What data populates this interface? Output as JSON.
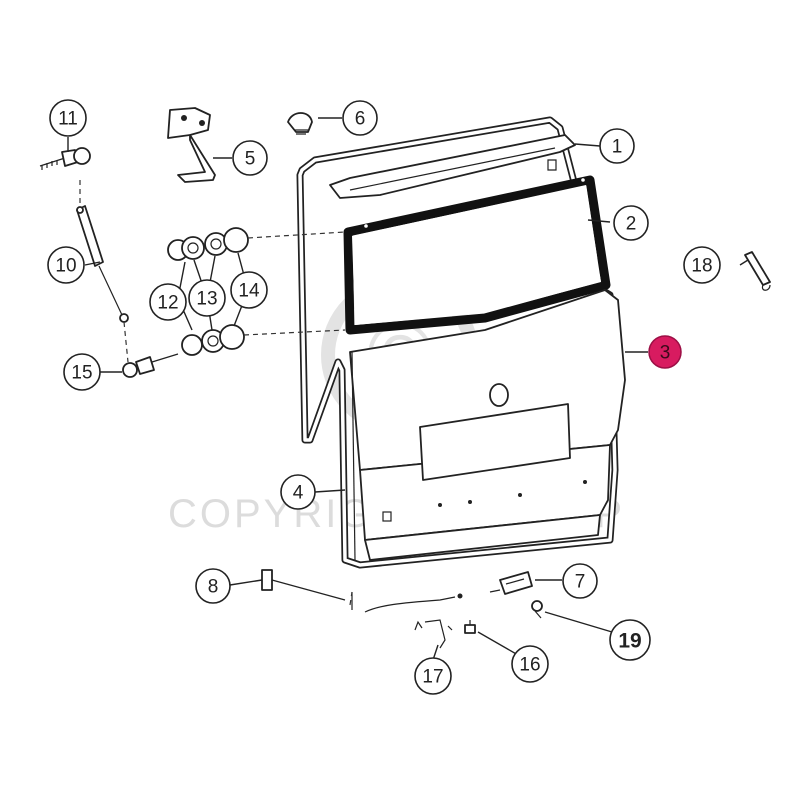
{
  "watermark": {
    "copyright_symbol": "©",
    "text": "COPYRIGHT Pro VGP"
  },
  "callouts": [
    {
      "id": "1",
      "label": "1",
      "highlight": false
    },
    {
      "id": "2",
      "label": "2",
      "highlight": false
    },
    {
      "id": "3",
      "label": "3",
      "highlight": true,
      "color": "#d81b60"
    },
    {
      "id": "4",
      "label": "4",
      "highlight": false
    },
    {
      "id": "5",
      "label": "5",
      "highlight": false
    },
    {
      "id": "6",
      "label": "6",
      "highlight": false
    },
    {
      "id": "7",
      "label": "7",
      "highlight": false
    },
    {
      "id": "8",
      "label": "8",
      "highlight": false
    },
    {
      "id": "10",
      "label": "10",
      "highlight": false
    },
    {
      "id": "11",
      "label": "11",
      "highlight": false
    },
    {
      "id": "12",
      "label": "12",
      "highlight": false
    },
    {
      "id": "13",
      "label": "13",
      "highlight": false
    },
    {
      "id": "14",
      "label": "14",
      "highlight": false
    },
    {
      "id": "15",
      "label": "15",
      "highlight": false
    },
    {
      "id": "16",
      "label": "16",
      "highlight": false
    },
    {
      "id": "17",
      "label": "17",
      "highlight": false
    },
    {
      "id": "18",
      "label": "18",
      "highlight": false
    },
    {
      "id": "19",
      "label": "19",
      "highlight": false,
      "bold": true
    }
  ]
}
